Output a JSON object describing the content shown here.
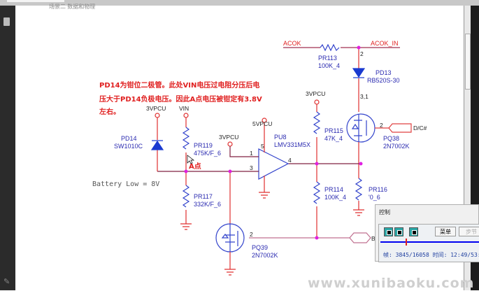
{
  "header_text": "场景二 数据和物理",
  "note": {
    "line1": "PD14为钳位二极管。此处VIN电压过电阻分压后电",
    "line2": "压大于PD14负极电压。因此A点电压被钳定有3.8V",
    "line3": "左右。"
  },
  "battery_low": "Battery Low = 8V",
  "point_a": "A点",
  "nets": {
    "acok": "ACOK",
    "acok_in": "ACOK_IN",
    "vpcu3_a": "3VPCU",
    "vpcu3_b": "3VPCU",
    "vpcu3_c": "3VPCU",
    "vpcu5": "5VPCU",
    "vin": "VIN",
    "dc": "D/C#",
    "b": "B"
  },
  "parts": {
    "pr113": {
      "ref": "PR113",
      "val": "100K_4"
    },
    "pd13": {
      "ref": "PD13",
      "val": "RB520S-30"
    },
    "pd14": {
      "ref": "PD14",
      "val": "SW1010C"
    },
    "pr119": {
      "ref": "PR119",
      "val": "475K/F_6"
    },
    "pr117": {
      "ref": "PR117",
      "val": "332K/F_6"
    },
    "pu8": {
      "ref": "PU8",
      "val": "LMV331M5X"
    },
    "pr115": {
      "ref": "PR115",
      "val": "47K_4"
    },
    "pr114": {
      "ref": "PR114",
      "val": "100K_4"
    },
    "pr116": {
      "ref": "PR116",
      "val": "'0_6"
    },
    "pq38": {
      "ref": "PQ38",
      "val": "2N7002K"
    },
    "pq39": {
      "ref": "PQ39",
      "val": "2N7002K"
    }
  },
  "pins": {
    "p1": "1",
    "p2": "2",
    "p3": "3",
    "p4": "4",
    "p5": "5",
    "p31": "3,1"
  },
  "control": {
    "title": "控制",
    "menu": "菜单",
    "step": "步节",
    "status": "帧: 3845/16058 时间: 12:49/53:",
    "progress": 0.24
  },
  "watermark": "www.xunibaoku.com"
}
